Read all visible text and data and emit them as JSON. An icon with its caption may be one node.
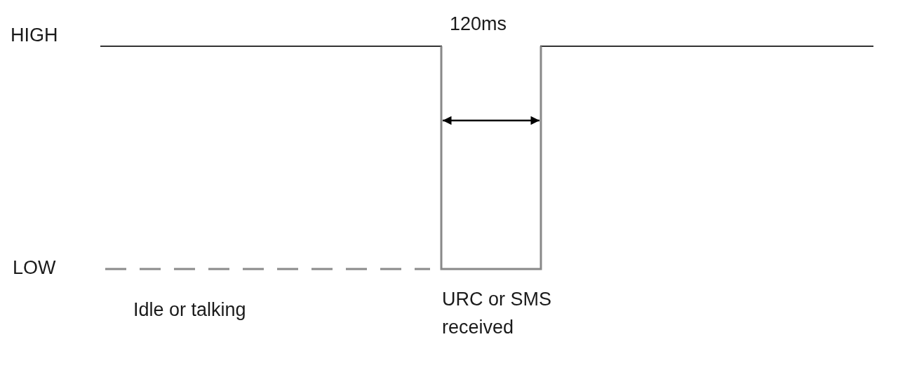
{
  "diagram": {
    "labels": [
      "HIGH",
      "120ms",
      "LOW",
      "Idle or talking",
      "URC or SMS received"
    ]
  }
}
